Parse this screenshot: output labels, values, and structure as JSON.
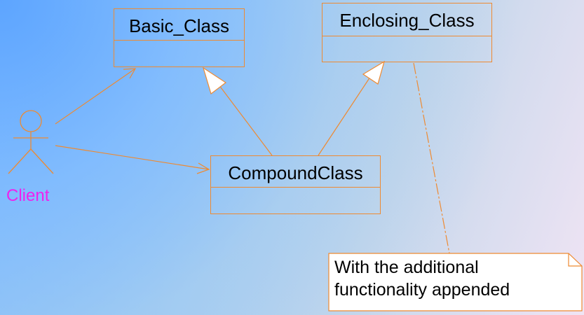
{
  "diagram": {
    "classes": {
      "basic": {
        "name": "Basic_Class"
      },
      "enclosing": {
        "name": "Enclosing_Class"
      },
      "compound": {
        "name": "CompoundClass"
      }
    },
    "actor": {
      "name": "Client"
    },
    "note": {
      "line1": "With the additional",
      "line2": "functionality appended"
    },
    "relationships": [
      {
        "from": "Client",
        "to": "Basic_Class",
        "kind": "association"
      },
      {
        "from": "Client",
        "to": "CompoundClass",
        "kind": "association"
      },
      {
        "from": "CompoundClass",
        "to": "Basic_Class",
        "kind": "generalization"
      },
      {
        "from": "CompoundClass",
        "to": "Enclosing_Class",
        "kind": "generalization"
      },
      {
        "from": "note",
        "to": "Enclosing_Class",
        "kind": "note-anchor"
      }
    ],
    "colors": {
      "stroke": "#ee8a32",
      "actor_label": "#ee22ee",
      "text": "#000000"
    }
  }
}
